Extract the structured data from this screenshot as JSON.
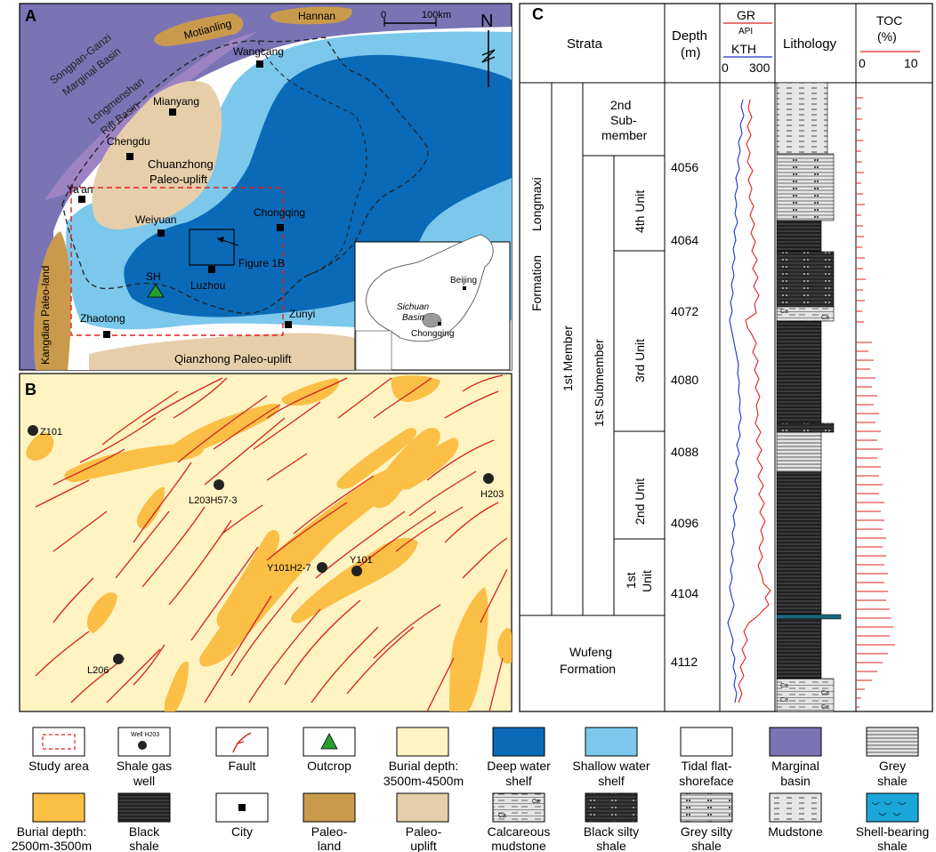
{
  "panels": {
    "a": "A",
    "b": "B",
    "c": "C"
  },
  "panel_a": {
    "scale_label": "100km",
    "scale_zero": "0",
    "north": "N",
    "labels": {
      "songpan_1": "Songpan-Ganzi",
      "songpan_2": "Marginal Basin",
      "longmen_1": "Longmenshan",
      "longmen_2": "Rift Basin",
      "motianling": "Motianling",
      "hannan": "Hannan",
      "chuanzhong_1": "Chuanzhong",
      "chuanzhong_2": "Paleo-uplift",
      "kangdian": "Kangdian Paleo-land",
      "qianzhong": "Qianzhong Paleo-uplift",
      "figure1b": "Figure 1B",
      "sh": "SH"
    },
    "cities": {
      "wangcang": "Wangcang",
      "mianyang": "Mianyang",
      "chengdu": "Chengdu",
      "yaan": "Ya'an",
      "weiyuan": "Weiyuan",
      "chongqing": "Chongqing",
      "luzhou": "Luzhou",
      "zhaotong": "Zhaotong",
      "zunyi": "Zunyi"
    },
    "inset": {
      "beijing": "Beijing",
      "sichuan_1": "Sichuan",
      "sichuan_2": "Basin",
      "chongqing": "Chongqing"
    }
  },
  "panel_b": {
    "wells": {
      "z101": "Z101",
      "l203": "L203H57-3",
      "h203": "H203",
      "y101": "Y101",
      "y101h2": "Y101H2-7",
      "l206": "L206"
    }
  },
  "panel_c": {
    "headers": {
      "strata": "Strata",
      "depth_1": "Depth",
      "depth_2": "(m)",
      "gr": "GR",
      "api": "API",
      "kth": "KTH",
      "log_min": "0",
      "log_max": "300",
      "lithology": "Lithology",
      "toc_1": "TOC",
      "toc_2": "(%)",
      "toc_min": "0",
      "toc_max": "10"
    },
    "strata": {
      "longmaxi_1": "Longmaxi",
      "longmaxi_2": "Formation",
      "member_1": "1st Member",
      "submember_1": "1st Submember",
      "submember_2_a": "2nd",
      "submember_2_b": "Sub-",
      "submember_2_c": "member",
      "unit_4": "4th Unit",
      "unit_3": "3rd Unit",
      "unit_2": "2nd Unit",
      "unit_1_a": "1st",
      "unit_1_b": "Unit",
      "wufeng_1": "Wufeng",
      "wufeng_2": "Formation",
      "ca": "Ca"
    },
    "depth_ticks": [
      "4056",
      "4064",
      "4072",
      "4080",
      "4088",
      "4096",
      "4104",
      "4112"
    ]
  },
  "legend": {
    "study_area": "Study area",
    "well_1": "Shale gas",
    "well_2": "well",
    "well_sym": "Well  H203",
    "fault": "Fault",
    "outcrop": "Outcrop",
    "burial_deep_1": "Burial depth:",
    "burial_deep_2": "3500m-4500m",
    "deep_1": "Deep water",
    "deep_2": "shelf",
    "shallow_1": "Shallow water",
    "shallow_2": "shelf",
    "tidal_1": "Tidal flat-",
    "tidal_2": "shoreface",
    "marginal_1": "Marginal",
    "marginal_2": "basin",
    "grey_shale_1": "Grey",
    "grey_shale_2": "shale",
    "burial_sh_1": "Burial depth:",
    "burial_sh_2": "2500m-3500m",
    "black_1": "Black",
    "black_2": "shale",
    "city": "City",
    "paleoland_1": "Paleo-",
    "paleoland_2": "land",
    "paleouplift_1": "Paleo-",
    "paleouplift_2": "uplift",
    "calc_1": "Calcareous",
    "calc_2": "mudstone",
    "bsilty_1": "Black silty",
    "bsilty_2": "shale",
    "gsilty_1": "Grey silty",
    "gsilty_2": "shale",
    "mudstone": "Mudstone",
    "shell_1": "Shell-bearing",
    "shell_2": "shale"
  },
  "colors": {
    "deep_shelf": "#0a6ab8",
    "shallow_shelf": "#7cc8ec",
    "marginal_basin": "#7a73b4",
    "paleo_land": "#c99a4c",
    "paleo_uplift": "#e6ceaa",
    "burial_deep": "#fff3c2",
    "burial_shallow": "#fbbf46",
    "fault": "#d42020",
    "gr_curve": "#e02020",
    "kth_curve": "#2030d0"
  }
}
